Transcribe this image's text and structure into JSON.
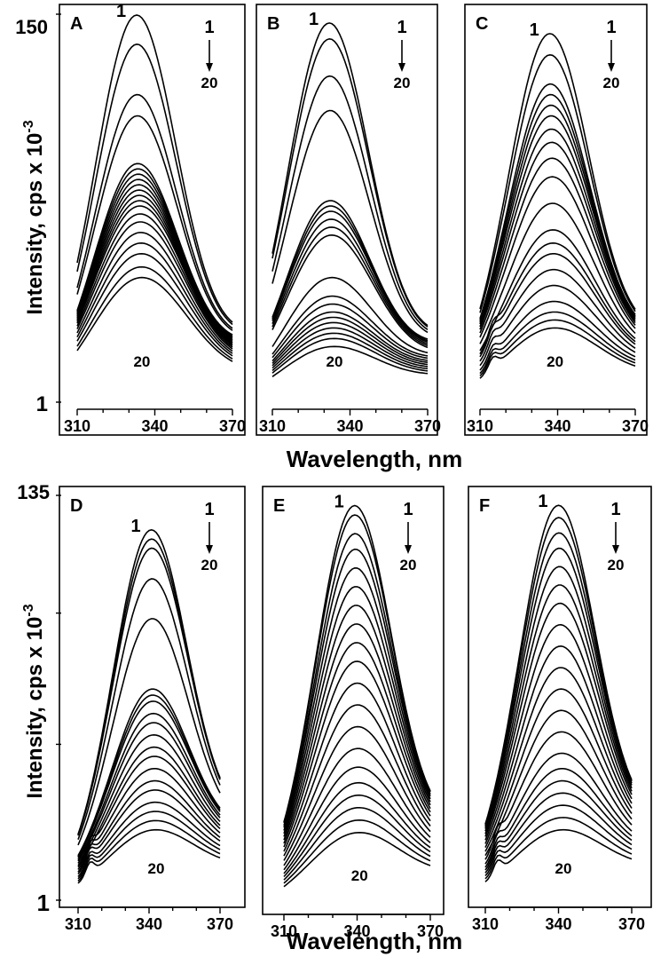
{
  "figure": {
    "top_ylabel": "Intensity, cps x 10",
    "top_ylabel_exp": "-3",
    "bottom_ylabel": "Intensity, cps x 10",
    "bottom_ylabel_exp": "-3",
    "top_xlabel": "Wavelength, nm",
    "bottom_xlabel": "Wavelength, nm",
    "top_ymax_label": "150",
    "top_ymin_label": "1",
    "bottom_ymax_label": "135",
    "bottom_ymin_label": "1"
  },
  "chart_data": [
    {
      "panel": "A",
      "type": "line",
      "xlim": [
        310,
        370
      ],
      "ylim": [
        1,
        150
      ],
      "xticks": [
        "310",
        "340",
        "370"
      ],
      "peak_x": 333,
      "n_curves": 20,
      "curve_first_label": "1",
      "curve_last_label": "20",
      "arrow_top": "1",
      "arrow_bottom": "20",
      "peaks": [
        147,
        136,
        117,
        109,
        91,
        89,
        87,
        85,
        83,
        81,
        79,
        77,
        75,
        72,
        69,
        65,
        61,
        57,
        52,
        48
      ]
    },
    {
      "panel": "B",
      "type": "line",
      "xlim": [
        310,
        370
      ],
      "ylim": [
        1,
        150
      ],
      "xticks": [
        "310",
        "340",
        "370"
      ],
      "peak_x": 332,
      "n_curves": 20,
      "curve_first_label": "1",
      "curve_last_label": "20",
      "arrow_top": "1",
      "arrow_bottom": "20",
      "peaks": [
        144,
        138,
        124,
        111,
        77,
        75,
        73,
        70,
        67,
        64,
        48,
        41,
        38,
        35,
        33,
        31,
        29,
        27,
        25,
        22
      ]
    },
    {
      "panel": "C",
      "type": "line",
      "xlim": [
        310,
        370
      ],
      "ylim": [
        1,
        150
      ],
      "xticks": [
        "310",
        "340",
        "370"
      ],
      "peak_x": 337,
      "n_curves": 20,
      "curve_first_label": "1",
      "curve_last_label": "20",
      "arrow_top": "1",
      "arrow_bottom": "20",
      "peaks": [
        140,
        132,
        121,
        117,
        113,
        109,
        104,
        99,
        93,
        86,
        76,
        66,
        61,
        57,
        51,
        45,
        39,
        35,
        32,
        29
      ]
    },
    {
      "panel": "D",
      "type": "line",
      "xlim": [
        310,
        370
      ],
      "ylim": [
        1,
        135
      ],
      "xticks": [
        "310",
        "340",
        "370"
      ],
      "peak_x": 341,
      "n_curves": 20,
      "curve_first_label": "1",
      "curve_last_label": "20",
      "arrow_top": "1",
      "arrow_bottom": "20",
      "peaks": [
        122,
        119,
        116,
        106,
        93,
        70,
        68,
        66,
        62,
        59,
        55,
        51,
        48,
        44,
        40,
        37,
        33,
        30,
        27,
        24
      ]
    },
    {
      "panel": "E",
      "type": "line",
      "xlim": [
        310,
        370
      ],
      "ylim": [
        1,
        135
      ],
      "xticks": [
        "310",
        "340",
        "370"
      ],
      "peak_x": 339,
      "n_curves": 20,
      "curve_first_label": "1",
      "curve_last_label": "20",
      "arrow_top": "1",
      "arrow_bottom": "20",
      "peaks": [
        130,
        127,
        121,
        116,
        110,
        104,
        98,
        92,
        86,
        80,
        73,
        66,
        59,
        52,
        46,
        41,
        37,
        33,
        29,
        25
      ]
    },
    {
      "panel": "F",
      "type": "line",
      "xlim": [
        310,
        370
      ],
      "ylim": [
        1,
        135
      ],
      "xticks": [
        "310",
        "340",
        "370"
      ],
      "peak_x": 340,
      "n_curves": 20,
      "curve_first_label": "1",
      "curve_last_label": "20",
      "arrow_top": "1",
      "arrow_bottom": "20",
      "peaks": [
        130,
        126,
        121,
        116,
        110,
        104,
        98,
        91,
        84,
        77,
        70,
        63,
        56,
        49,
        44,
        40,
        36,
        32,
        28,
        24
      ]
    }
  ]
}
